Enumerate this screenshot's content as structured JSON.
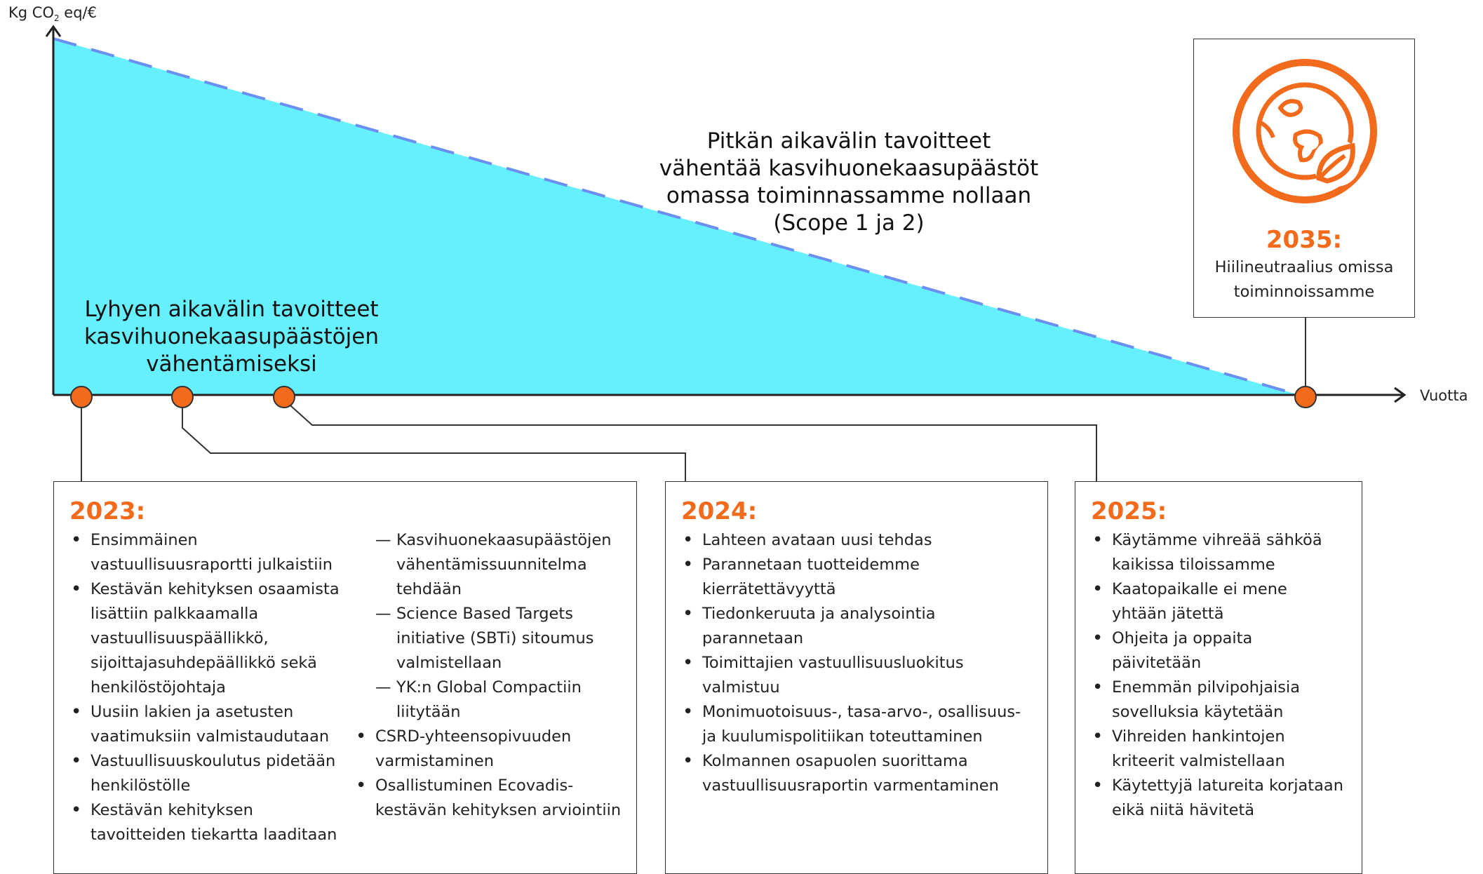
{
  "axes": {
    "y_label_main": "Kg CO",
    "y_label_sub": "2",
    "y_label_rest": " eq/€",
    "x_label": "Vuotta"
  },
  "colors": {
    "area_fill": "#66f0fd",
    "dash_line": "#6a8ff0",
    "accent": "#f26a1b",
    "line": "#333333"
  },
  "long_term": {
    "lines": [
      "Pitkän aikavälin tavoitteet",
      "vähentää kasvihuonekaasupäästöt",
      "omassa toiminnassamme nollaan",
      "(Scope 1 ja 2)"
    ]
  },
  "short_term": {
    "lines": [
      "Lyhyen aikavälin tavoitteet",
      "kasvihuonekaasupäästöjen",
      "vähentämiseksi"
    ]
  },
  "goal_2035": {
    "icon": "earth-leaf-icon",
    "year": "2035:",
    "text_lines": [
      "Hiilineutraalius omissa",
      "toiminnoissamme"
    ]
  },
  "box_2023": {
    "year": "2023:",
    "col1": [
      [
        "Ensimmäinen",
        "vastuullisuusraportti julkaistiin"
      ],
      [
        "Kestävän kehityksen osaamista",
        "lisättiin palkkaamalla",
        "vastuullisuuspäällikkö,",
        "sijoittajasuhdepäällikkö sekä",
        "henkilöstöjohtaja"
      ],
      [
        "Uusiin lakien ja asetusten",
        "vaatimuksiin valmistaudutaan"
      ],
      [
        "Vastuullisuuskoulutus pidetään",
        "henkilöstölle"
      ],
      [
        "Kestävän kehityksen",
        "tavoitteiden tiekartta laaditaan"
      ]
    ],
    "col2_dashes": [
      [
        "Kasvihuonekaasupäästöjen",
        "vähentämissuunnitelma",
        "tehdään"
      ],
      [
        "Science Based Targets",
        "initiative (SBTi) sitoumus",
        "valmistellaan"
      ],
      [
        "YK:n Global Compactiin",
        "liitytään"
      ]
    ],
    "col2_bullets": [
      [
        "CSRD-yhteensopivuuden",
        "varmistaminen"
      ],
      [
        "Osallistuminen Ecovadis-",
        "kestävän kehityksen arviointiin"
      ]
    ]
  },
  "box_2024": {
    "year": "2024:",
    "items": [
      [
        "Lahteen avataan uusi tehdas"
      ],
      [
        "Parannetaan tuotteidemme",
        "kierrätettävyyttä"
      ],
      [
        "Tiedonkeruuta ja analysointia",
        "parannetaan"
      ],
      [
        "Toimittajien vastuullisuusluokitus valmistuu"
      ],
      [
        "Monimuotoisuus-, tasa-arvo-, osallisuus-",
        "ja kuulumispolitiikan toteuttaminen"
      ],
      [
        "Kolmannen osapuolen suorittama",
        "vastuullisuusraportin varmentaminen"
      ]
    ]
  },
  "box_2025": {
    "year": "2025:",
    "items": [
      [
        "Käytämme vihreää sähköä",
        "kaikissa tiloissamme"
      ],
      [
        "Kaatopaikalle ei mene",
        "yhtään jätettä"
      ],
      [
        "Ohjeita ja oppaita",
        "päivitetään"
      ],
      [
        "Enemmän pilvipohjaisia",
        "sovelluksia käytetään"
      ],
      [
        "Vihreiden hankintojen",
        "kriteerit valmistellaan"
      ],
      [
        "Käytettyjä latureita korjataan",
        "eikä niitä hävitetä"
      ]
    ]
  }
}
